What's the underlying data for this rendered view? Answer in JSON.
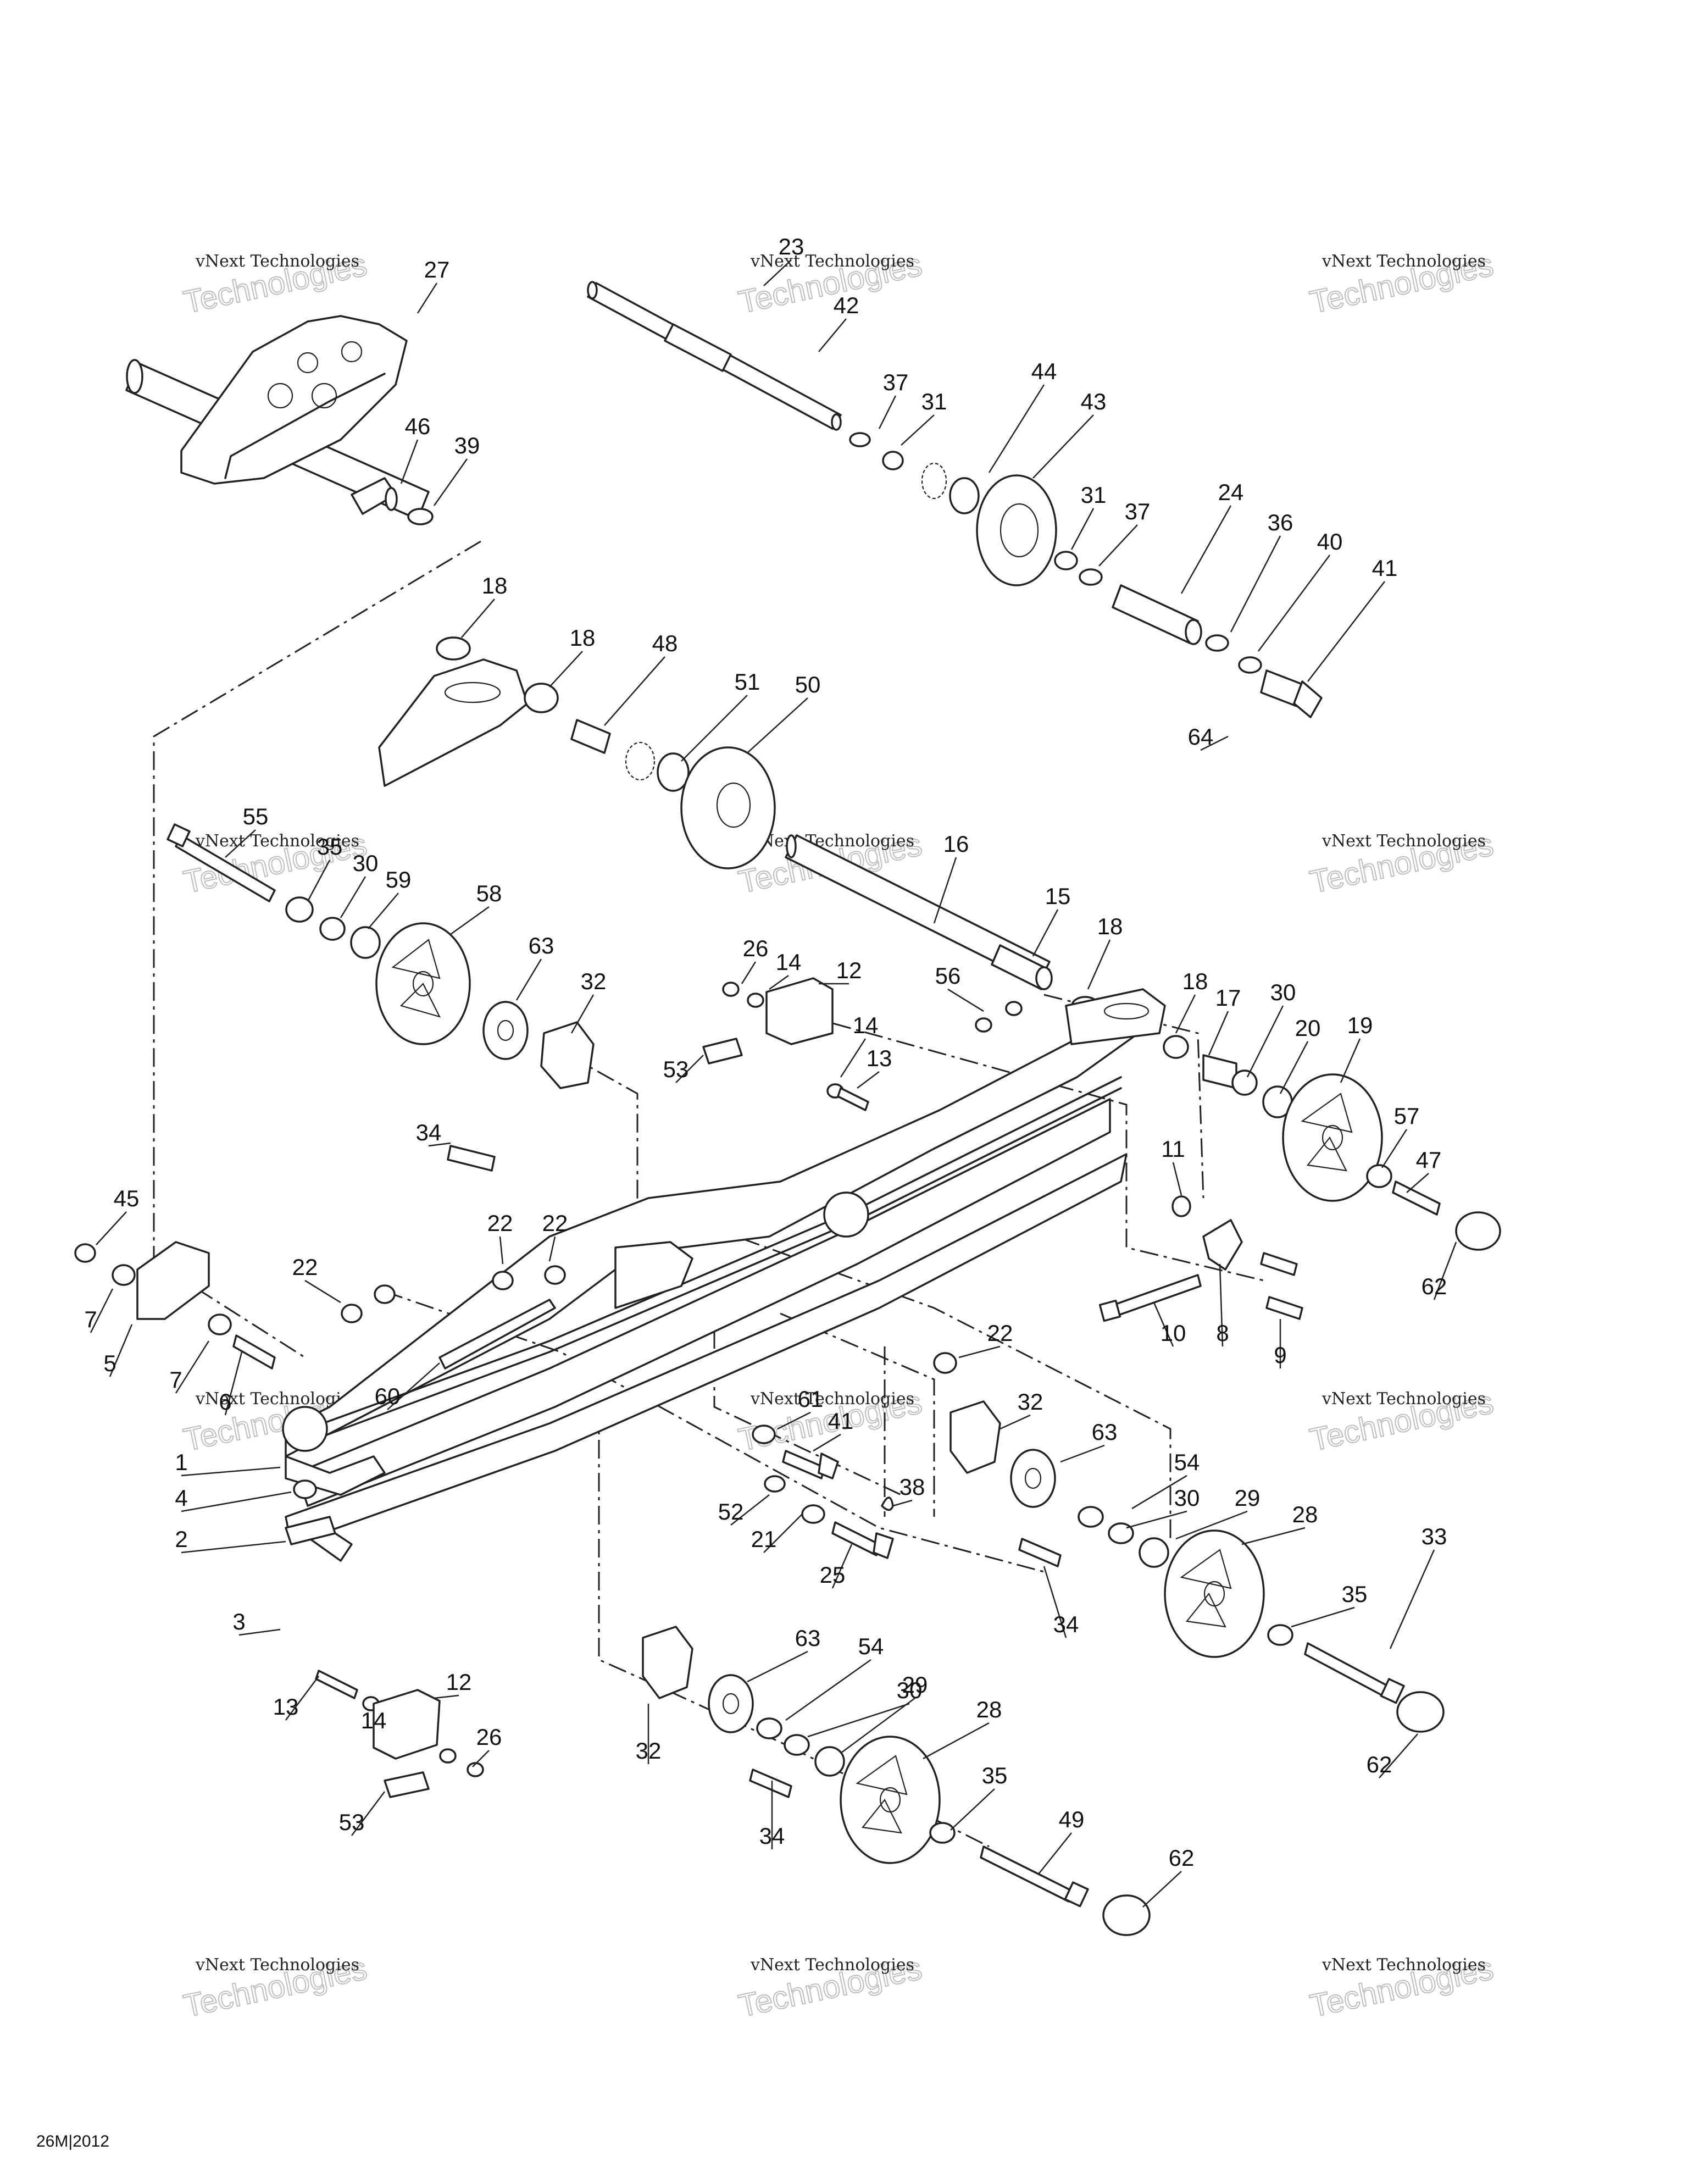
{
  "drawing_code": "26M|2012",
  "watermark": {
    "line1": "vNext Technologies",
    "line2": "Technologies"
  },
  "parts": [
    {
      "n": "27"
    },
    {
      "n": "23"
    },
    {
      "n": "42"
    },
    {
      "n": "37"
    },
    {
      "n": "31"
    },
    {
      "n": "44"
    },
    {
      "n": "43"
    },
    {
      "n": "46"
    },
    {
      "n": "39"
    },
    {
      "n": "31"
    },
    {
      "n": "37"
    },
    {
      "n": "24"
    },
    {
      "n": "36"
    },
    {
      "n": "40"
    },
    {
      "n": "41"
    },
    {
      "n": "18"
    },
    {
      "n": "18"
    },
    {
      "n": "48"
    },
    {
      "n": "51"
    },
    {
      "n": "50"
    },
    {
      "n": "64"
    },
    {
      "n": "55"
    },
    {
      "n": "35"
    },
    {
      "n": "30"
    },
    {
      "n": "59"
    },
    {
      "n": "58"
    },
    {
      "n": "16"
    },
    {
      "n": "63"
    },
    {
      "n": "32"
    },
    {
      "n": "15"
    },
    {
      "n": "18"
    },
    {
      "n": "26"
    },
    {
      "n": "14"
    },
    {
      "n": "12"
    },
    {
      "n": "14"
    },
    {
      "n": "13"
    },
    {
      "n": "53"
    },
    {
      "n": "56"
    },
    {
      "n": "18"
    },
    {
      "n": "17"
    },
    {
      "n": "30"
    },
    {
      "n": "20"
    },
    {
      "n": "19"
    },
    {
      "n": "34"
    },
    {
      "n": "57"
    },
    {
      "n": "11"
    },
    {
      "n": "47"
    },
    {
      "n": "45"
    },
    {
      "n": "22"
    },
    {
      "n": "22"
    },
    {
      "n": "22"
    },
    {
      "n": "7"
    },
    {
      "n": "5"
    },
    {
      "n": "7"
    },
    {
      "n": "6"
    },
    {
      "n": "60"
    },
    {
      "n": "10"
    },
    {
      "n": "8"
    },
    {
      "n": "9"
    },
    {
      "n": "62"
    },
    {
      "n": "22"
    },
    {
      "n": "61"
    },
    {
      "n": "41"
    },
    {
      "n": "32"
    },
    {
      "n": "63"
    },
    {
      "n": "1"
    },
    {
      "n": "4"
    },
    {
      "n": "2"
    },
    {
      "n": "52"
    },
    {
      "n": "38"
    },
    {
      "n": "54"
    },
    {
      "n": "21"
    },
    {
      "n": "30"
    },
    {
      "n": "29"
    },
    {
      "n": "28"
    },
    {
      "n": "25"
    },
    {
      "n": "34"
    },
    {
      "n": "35"
    },
    {
      "n": "3"
    },
    {
      "n": "33"
    },
    {
      "n": "63"
    },
    {
      "n": "54"
    },
    {
      "n": "13"
    },
    {
      "n": "12"
    },
    {
      "n": "30"
    },
    {
      "n": "29"
    },
    {
      "n": "28"
    },
    {
      "n": "14"
    },
    {
      "n": "26"
    },
    {
      "n": "62"
    },
    {
      "n": "32"
    },
    {
      "n": "35"
    },
    {
      "n": "53"
    },
    {
      "n": "34"
    },
    {
      "n": "49"
    },
    {
      "n": "62"
    }
  ]
}
